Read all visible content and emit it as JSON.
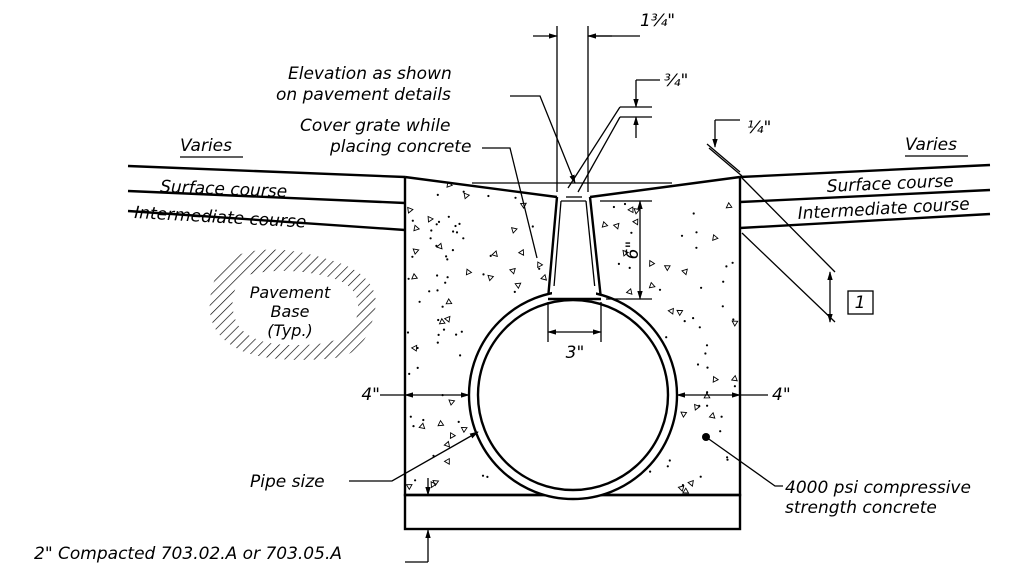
{
  "dimensions": {
    "slot_width_top": "1¾\"",
    "slot_depth_top": "¾\"",
    "edge_drop": "¼\"",
    "slot_depth": "6\"",
    "slot_width_bottom": "3\"",
    "side_clearance_left": "4\"",
    "side_clearance_right": "4\""
  },
  "labels": {
    "elevation_line1": "Elevation as shown",
    "elevation_line2": "on pavement details",
    "cover_line1": "Cover grate while",
    "cover_line2": "placing concrete",
    "varies_left": "Varies",
    "varies_right": "Varies",
    "surface_left": "Surface course",
    "intermediate_left": "Intermediate course",
    "surface_right": "Surface course",
    "intermediate_right": "Intermediate course",
    "base_line1": "Pavement",
    "base_line2": "Base",
    "base_line3": "(Typ.)",
    "note_box": "1",
    "pipe_size": "Pipe size",
    "concrete_line1": "4000 psi compressive",
    "concrete_line2": "strength concrete",
    "bedding": "2\" Compacted 703.02.A or 703.05.A"
  }
}
